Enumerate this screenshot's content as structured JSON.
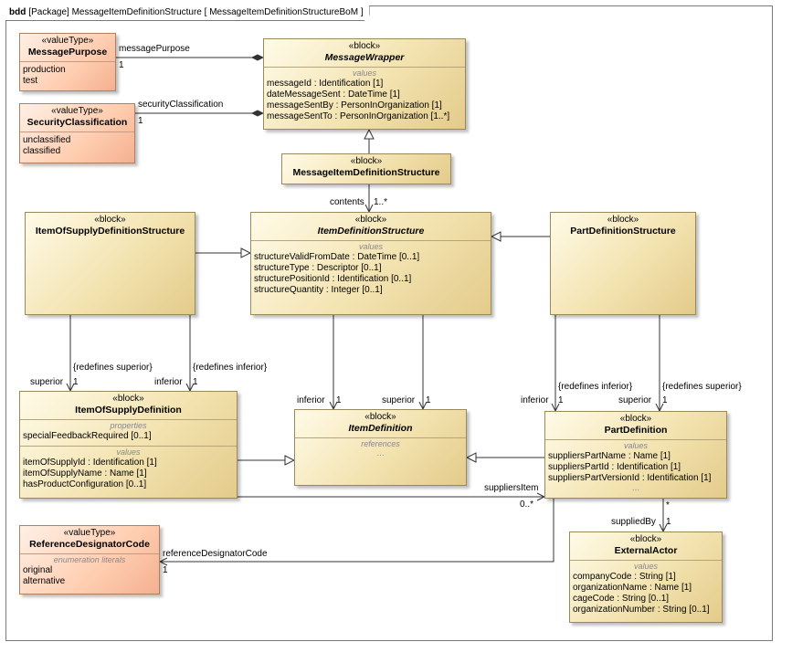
{
  "frame": {
    "kind": "bdd",
    "label": "[Package] MessageItemDefinitionStructure [ MessageItemDefinitionStructureBoM ]"
  },
  "blocks": {
    "message_purpose": {
      "stereotype": "«valueType»",
      "name": "MessagePurpose",
      "literals": [
        "production",
        "test"
      ]
    },
    "security_classification": {
      "stereotype": "«valueType»",
      "name": "SecurityClassification",
      "literals": [
        "unclassified",
        "classified"
      ]
    },
    "message_wrapper": {
      "stereotype": "«block»",
      "name": "MessageWrapper",
      "compartment": "values",
      "values": [
        [
          "messageId",
          " : Identification [1]"
        ],
        [
          "dateMessageSent",
          " : DateTime [1]"
        ],
        [
          "messageSentBy",
          " : PersonInOrganization [1]"
        ],
        [
          "messageSentTo",
          " : PersonInOrganization [1..*]"
        ]
      ]
    },
    "message_item_definition_structure": {
      "stereotype": "«block»",
      "name": "MessageItemDefinitionStructure"
    },
    "item_of_supply_definition_structure": {
      "stereotype": "«block»",
      "name": "ItemOfSupplyDefinitionStructure"
    },
    "item_definition_structure": {
      "stereotype": "«block»",
      "name": "ItemDefinitionStructure",
      "compartment": "values",
      "values": [
        [
          "structureValidFromDate",
          " : DateTime [0..1]"
        ],
        [
          "structureType",
          " : Descriptor [0..1]"
        ],
        [
          "structurePositionId",
          " : Identification [0..1]"
        ],
        [
          "structureQuantity",
          " : Integer [0..1]"
        ]
      ]
    },
    "part_definition_structure": {
      "stereotype": "«block»",
      "name": "PartDefinitionStructure"
    },
    "item_of_supply_definition": {
      "stereotype": "«block»",
      "name": "ItemOfSupplyDefinition",
      "properties_title": "properties",
      "properties": [
        [
          "specialFeedbackRequired",
          " [0..1]"
        ]
      ],
      "values_title": "values",
      "values": [
        [
          "itemOfSupplyId",
          " : Identification [1]"
        ],
        [
          "itemOfSupplyName",
          " : Name [1]"
        ],
        [
          "hasProductConfiguration",
          " [0..1]"
        ]
      ]
    },
    "item_definition": {
      "stereotype": "«block»",
      "name": "ItemDefinition",
      "compartment": "references",
      "ellipsis": "..."
    },
    "part_definition": {
      "stereotype": "«block»",
      "name": "PartDefinition",
      "compartment": "values",
      "values": [
        [
          "suppliersPartName",
          " : Name [1]"
        ],
        [
          "suppliersPartId",
          " : Identification [1]"
        ],
        [
          "suppliersPartVersionId",
          " : Identification [1]"
        ]
      ],
      "ellipsis": "..."
    },
    "reference_designator_code": {
      "stereotype": "«valueType»",
      "name": "ReferenceDesignatorCode",
      "compartment": "enumeration literals",
      "literals": [
        "original",
        "alternative"
      ]
    },
    "external_actor": {
      "stereotype": "«block»",
      "name": "ExternalActor",
      "compartment": "values",
      "values": [
        [
          "companyCode",
          " : String [1]"
        ],
        [
          "organizationName",
          " : Name [1]"
        ],
        [
          "cageCode",
          " : String [0..1]"
        ],
        [
          "organizationNumber",
          " : String [0..1]"
        ]
      ]
    }
  },
  "labels": {
    "message_purpose_role": "messagePurpose",
    "message_purpose_mult": "1",
    "security_classification_role": "securityClassification",
    "security_classification_mult": "1",
    "contents_role": "contents",
    "contents_mult": "1..*",
    "redefines_superior_left": "{redefines superior}",
    "redefines_inferior_left": "{redefines inferior}",
    "superior_left": "superior",
    "superior_left_mult": "1",
    "inferior_left": "inferior",
    "inferior_left_mult": "1",
    "inferior_mid": "inferior",
    "inferior_mid_mult": "1",
    "superior_mid": "superior",
    "superior_mid_mult": "1",
    "redefines_inferior_right": "{redefines inferior}",
    "redefines_superior_right": "{redefines superior}",
    "inferior_right": "inferior",
    "inferior_right_mult": "1",
    "superior_right": "superior",
    "superior_right_mult": "1",
    "suppliers_item_role": "suppliersItem",
    "suppliers_item_mult": "0..*",
    "supplied_by_star": "*",
    "supplied_by_role": "suppliedBy",
    "supplied_by_mult": "1",
    "reference_designator_role": "referenceDesignatorCode",
    "reference_designator_mult": "1"
  }
}
